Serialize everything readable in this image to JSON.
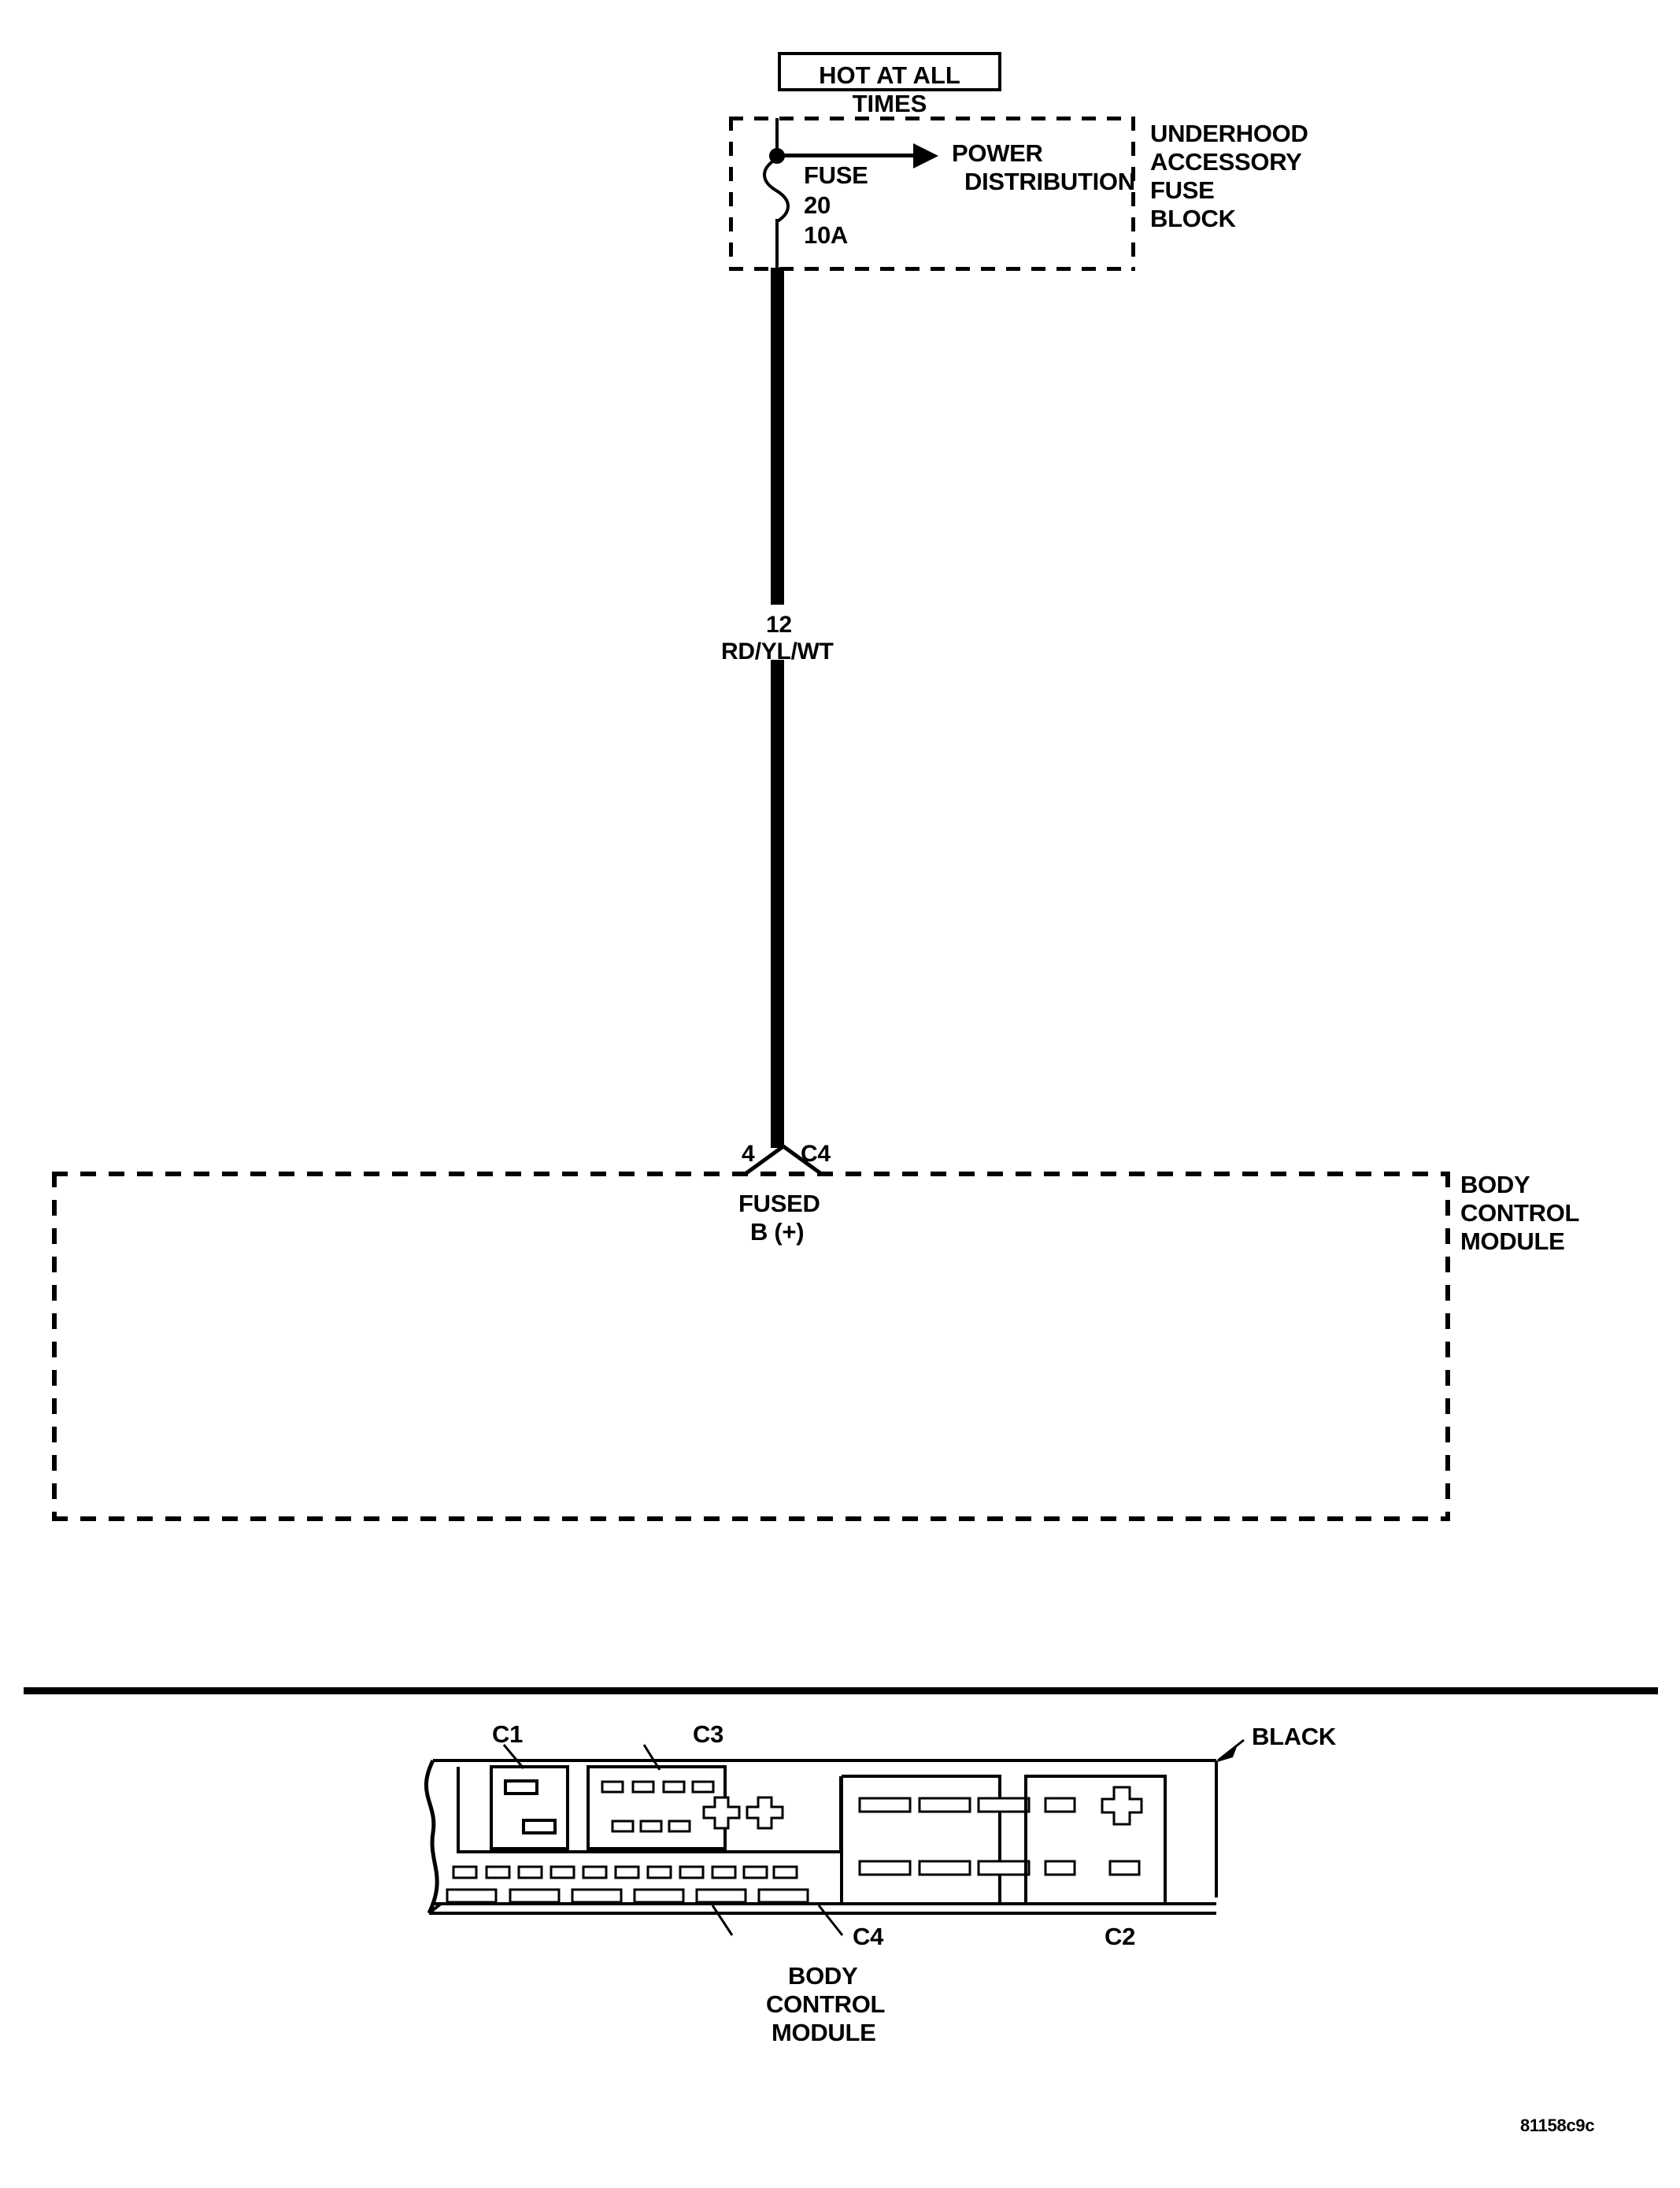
{
  "diagram": {
    "hot_label": "HOT AT ALL TIMES",
    "fuse_block": {
      "name_lines": [
        "UNDERHOOD",
        "ACCESSORY",
        "FUSE",
        "BLOCK"
      ],
      "fuse_label": "FUSE",
      "fuse_number": "20",
      "fuse_rating": "10A",
      "power_distribution_lines": [
        "POWER",
        "DISTRIBUTION"
      ]
    },
    "wire": {
      "gauge": "12",
      "color_code": "RD/YL/WT"
    },
    "bcm_connection": {
      "pin": "4",
      "connector": "C4",
      "circuit_lines": [
        "FUSED",
        "B (+)"
      ]
    },
    "bcm": {
      "name_lines": [
        "BODY",
        "CONTROL",
        "MODULE"
      ]
    }
  },
  "connector_view": {
    "callouts": {
      "c1": "C1",
      "c2": "C2",
      "c3": "C3",
      "c4": "C4",
      "color": "BLACK"
    },
    "caption_lines": [
      "BODY",
      "CONTROL",
      "MODULE"
    ]
  },
  "figure_id": "81158c9c"
}
